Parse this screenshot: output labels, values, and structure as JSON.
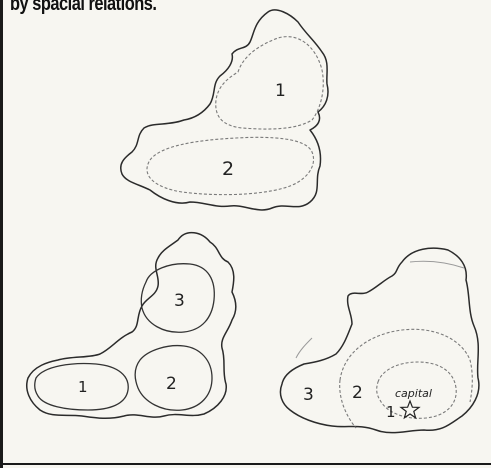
{
  "caption": "by spacial relations.",
  "figures": [
    {
      "regions": [
        {
          "label": "1"
        },
        {
          "label": "2"
        }
      ]
    },
    {
      "regions": [
        {
          "label": "3"
        },
        {
          "label": "1"
        },
        {
          "label": "2"
        }
      ]
    },
    {
      "regions": [
        {
          "label": "3"
        },
        {
          "label": "2"
        },
        {
          "label": "1"
        }
      ],
      "capital_label": "capital",
      "capital_marker": "star-icon"
    }
  ]
}
